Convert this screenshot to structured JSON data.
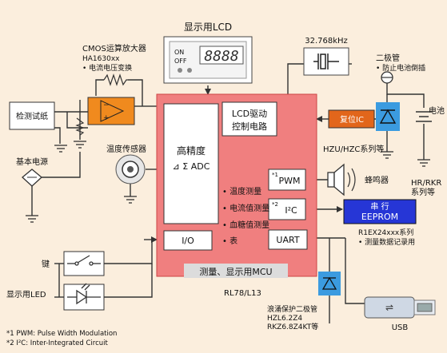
{
  "lcd": {
    "title": "显示用LCD",
    "on": "ON",
    "off": "OFF",
    "digits": "8888"
  },
  "crystal": {
    "label": "32.768kHz"
  },
  "opamp": {
    "line1": "CMOS运算放大器",
    "line2": "HA1630xx",
    "line3": "• 电流电压变换"
  },
  "diode_top": {
    "line1": "二极管",
    "line2": "• 防止电池倒插"
  },
  "test_strip": {
    "label": "检测试纸"
  },
  "reference": {
    "label": "基本电源"
  },
  "temp_sensor": {
    "label": "温度传感器"
  },
  "adc": {
    "line1": "高精度",
    "line2": "⊿ Σ ADC"
  },
  "lcd_driver": {
    "line1": "LCD驱动",
    "line2": "控制电路"
  },
  "reset_ic": {
    "label": "复位IC"
  },
  "battery": {
    "label": "电池"
  },
  "hzu": {
    "label": "HZU/HZC系列等"
  },
  "hr": {
    "line1": "HR/RKR",
    "line2": "系列等"
  },
  "pwm": {
    "sup": "*1",
    "label": "PWM"
  },
  "buzzer": {
    "label": "蜂鸣器"
  },
  "i2c": {
    "sup": "*2",
    "label": "I²C"
  },
  "eeprom": {
    "line1": "串 行",
    "line2": "EEPROM"
  },
  "eeprom_note": {
    "line1": "R1EX24xxx系列",
    "line2": "• 测量数据记录用"
  },
  "features": [
    "• 温度测量",
    "• 电流值测量",
    "• 血糖值测量",
    "• 表"
  ],
  "io": {
    "label": "I/O"
  },
  "uart": {
    "label": "UART"
  },
  "mcu": {
    "title": "测量、显示用MCU",
    "part": "RL78/L13"
  },
  "key": {
    "label": "键"
  },
  "led": {
    "label": "显示用LED"
  },
  "esd": {
    "line1": "浪涌保护二极管",
    "line2": "HZL6.2Z4",
    "line3": "RKZ6.8Z4KT等"
  },
  "usb": {
    "label": "USB"
  },
  "footnotes": [
    "*1 PWM: Pulse Width Modulation",
    "*2 I²C: Inter-Integrated Circuit"
  ],
  "colors": {
    "background": "#fbeedd",
    "mcu": "#f07f7f",
    "opamp": "#f08a1e",
    "reset": "#e2661b",
    "eeprom": "#2636d6",
    "diode": "#3b9be0"
  }
}
